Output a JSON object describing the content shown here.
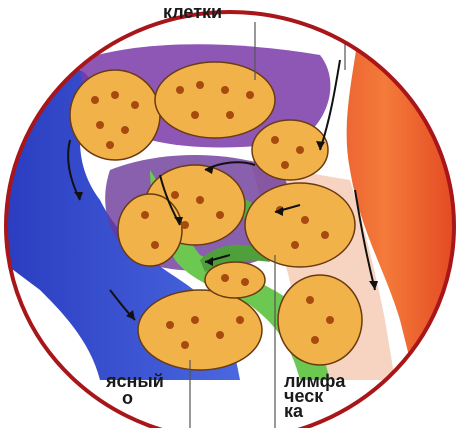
{
  "diagram": {
    "labels": {
      "top": "клетки",
      "bottom_left_line1": "ясный",
      "bottom_left_line2": "о",
      "bottom_right_line1": "лимфа",
      "bottom_right_line2": "ческ",
      "bottom_right_line3": "ка"
    },
    "colors": {
      "frame": "#a8161a",
      "vein": "#3548c8",
      "artery": "#ec5a2a",
      "interstitial": "#7a3aa8",
      "lymph": "#6cc850",
      "cell_fill": "#f2b24a",
      "cell_nucleus": "#a84a10",
      "flow_arrow": "#111111"
    }
  }
}
